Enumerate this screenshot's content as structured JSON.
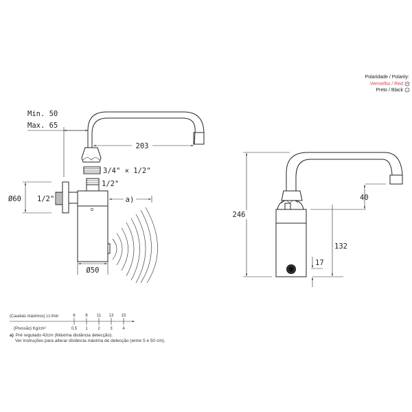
{
  "polarity": {
    "title": "Polaridade / Polarity:",
    "red": "Vermelho / Red",
    "black": "Preto / Black",
    "red_color": "#d9463b",
    "red_symbol": "+",
    "black_symbol": "-"
  },
  "side_view": {
    "min_label": "Min. 50",
    "max_label": "Max. 65",
    "spout_length": "203",
    "reducer_label": "3/4\" × 1/2\"",
    "connector_label": "1/2\"",
    "wall_thread_label": "1/2\"",
    "flange_diameter": "Ø60",
    "detection_label": "a)",
    "body_diameter": "Ø50"
  },
  "front_view": {
    "total_height": "246",
    "spout_clearance": "40",
    "body_height": "132",
    "sensor_height": "17"
  },
  "flow_scale": {
    "flow_label": "(Caudais máximos) Lt./min",
    "pressure_label": "(Pressão) Kg/cm²",
    "flows": [
      "6",
      "8",
      "11",
      "13",
      "15"
    ],
    "pressures": [
      "0,5",
      "1",
      "2",
      "3",
      "4"
    ]
  },
  "notes": {
    "line1_prefix": "a)",
    "line1": "Pré regulado 42cm (Máxima distância detecção).",
    "line2": "Ver instruções para alterar distância máxima de detecção (entre 5 e 50 cm)."
  }
}
